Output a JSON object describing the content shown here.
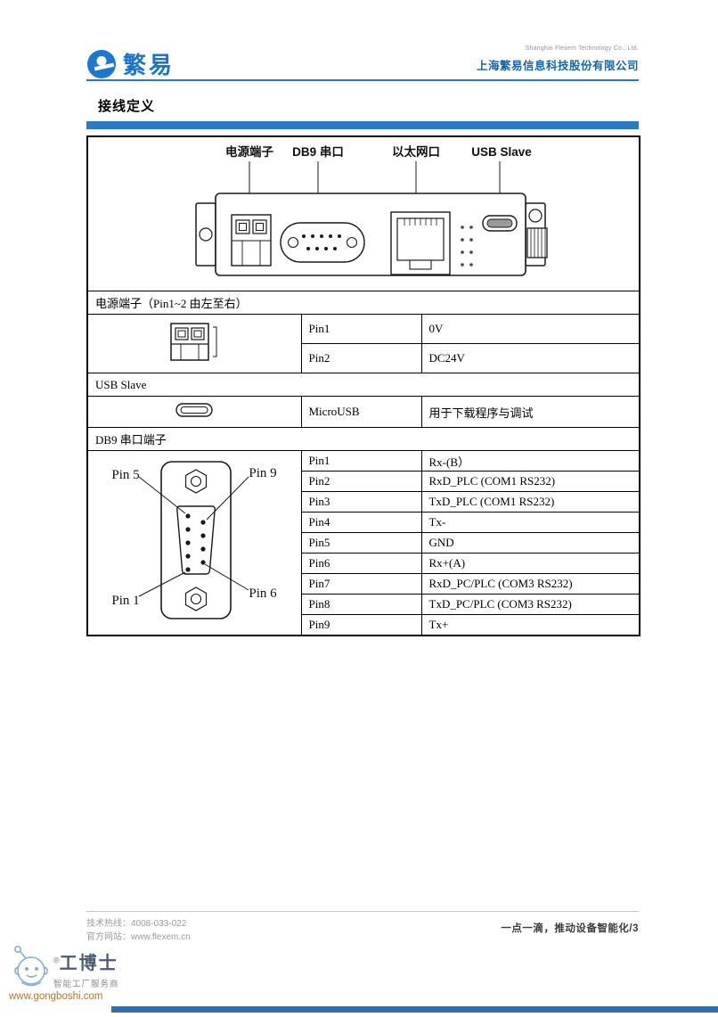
{
  "header": {
    "logo_text": "繁易",
    "company_en": "Shanghai Flexem Technology Co., Ltd.",
    "company_cn": "上海繁易信息科技股份有限公司"
  },
  "section_title": "接线定义",
  "diagram": {
    "labels": {
      "power": "电源端子",
      "db9": "DB9 串口",
      "ethernet": "以太网口",
      "usb": "USB Slave"
    }
  },
  "wiring_table": {
    "power_section_title": "电源端子（Pin1~2 由左至右）",
    "power_pins": [
      {
        "pin": "Pin1",
        "desc": "0V"
      },
      {
        "pin": "Pin2",
        "desc": "DC24V"
      }
    ],
    "usb_section_title": "USB Slave",
    "usb_pin": {
      "pin": "MicroUSB",
      "desc": "用于下载程序与调试"
    },
    "db9_section_title": "DB9 串口端子",
    "db9_diagram_labels": {
      "pin5": "Pin 5",
      "pin9": "Pin 9",
      "pin1": "Pin 1",
      "pin6": "Pin 6"
    },
    "db9_pins": [
      {
        "pin": "Pin1",
        "desc": "Rx-(B）"
      },
      {
        "pin": "Pin2",
        "desc": "RxD_PLC (COM1 RS232)"
      },
      {
        "pin": "Pin3",
        "desc": "TxD_PLC (COM1 RS232)"
      },
      {
        "pin": "Pin4",
        "desc": "Tx-"
      },
      {
        "pin": "Pin5",
        "desc": "GND"
      },
      {
        "pin": "Pin6",
        "desc": "Rx+(A)"
      },
      {
        "pin": "Pin7",
        "desc": "RxD_PC/PLC (COM3 RS232)"
      },
      {
        "pin": "Pin8",
        "desc": "TxD_PC/PLC (COM3 RS232)"
      },
      {
        "pin": "Pin9",
        "desc": "Tx+"
      }
    ]
  },
  "footer": {
    "hotline_label": "技术热线：",
    "hotline_number": "4008-033-022",
    "website_label": "官方网站：",
    "website_url": "www.flexem.cn",
    "slogan": "一点一滴，推动设备智能化/3"
  },
  "watermark": {
    "brand": "工博士",
    "reg_mark": "®",
    "subtitle": "智能工厂服务商",
    "url": "www.gongboshi.com"
  },
  "icons": {
    "logo": "flexem-e-icon",
    "mascot": "robot-icon"
  },
  "colors": {
    "accent_blue": "#2a79c3",
    "company_blue": "#1565a8",
    "bottom_bar_blue": "#2f6db5",
    "watermark_orange": "#b5742c"
  }
}
